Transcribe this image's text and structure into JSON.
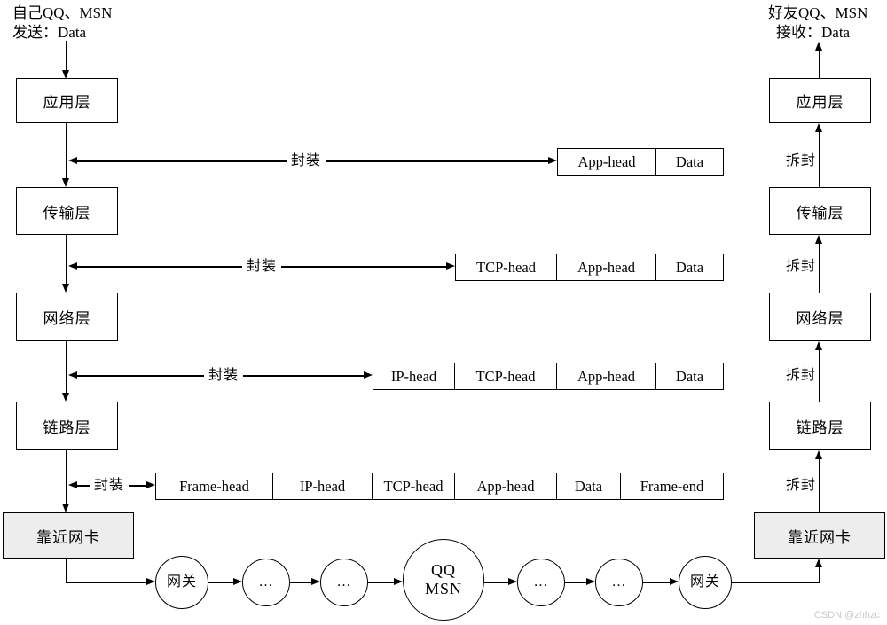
{
  "diagram": {
    "sender": {
      "title_line1": "自己QQ、MSN",
      "title_line2": "发送：Data",
      "layers": [
        "应用层",
        "传输层",
        "网络层",
        "链路层"
      ],
      "nic_label": "靠近网卡",
      "action_label": "封装"
    },
    "receiver": {
      "title_line1": "好友QQ、MSN",
      "title_line2": "接收：Data",
      "layers": [
        "应用层",
        "传输层",
        "网络层",
        "链路层"
      ],
      "nic_label": "靠近网卡",
      "action_label": "拆封"
    },
    "packets": [
      {
        "cells": [
          "App-head",
          "Data"
        ]
      },
      {
        "cells": [
          "TCP-head",
          "App-head",
          "Data"
        ]
      },
      {
        "cells": [
          "IP-head",
          "TCP-head",
          "App-head",
          "Data"
        ]
      },
      {
        "cells": [
          "Frame-head",
          "IP-head",
          "TCP-head",
          "App-head",
          "Data",
          "Frame-end"
        ]
      }
    ],
    "network_path": {
      "gateway_left": "网关",
      "ellipsis": "…",
      "hub_line1": "QQ",
      "hub_line2": "MSN",
      "gateway_right": "网关"
    },
    "watermark": "CSDN @zhhzc"
  }
}
